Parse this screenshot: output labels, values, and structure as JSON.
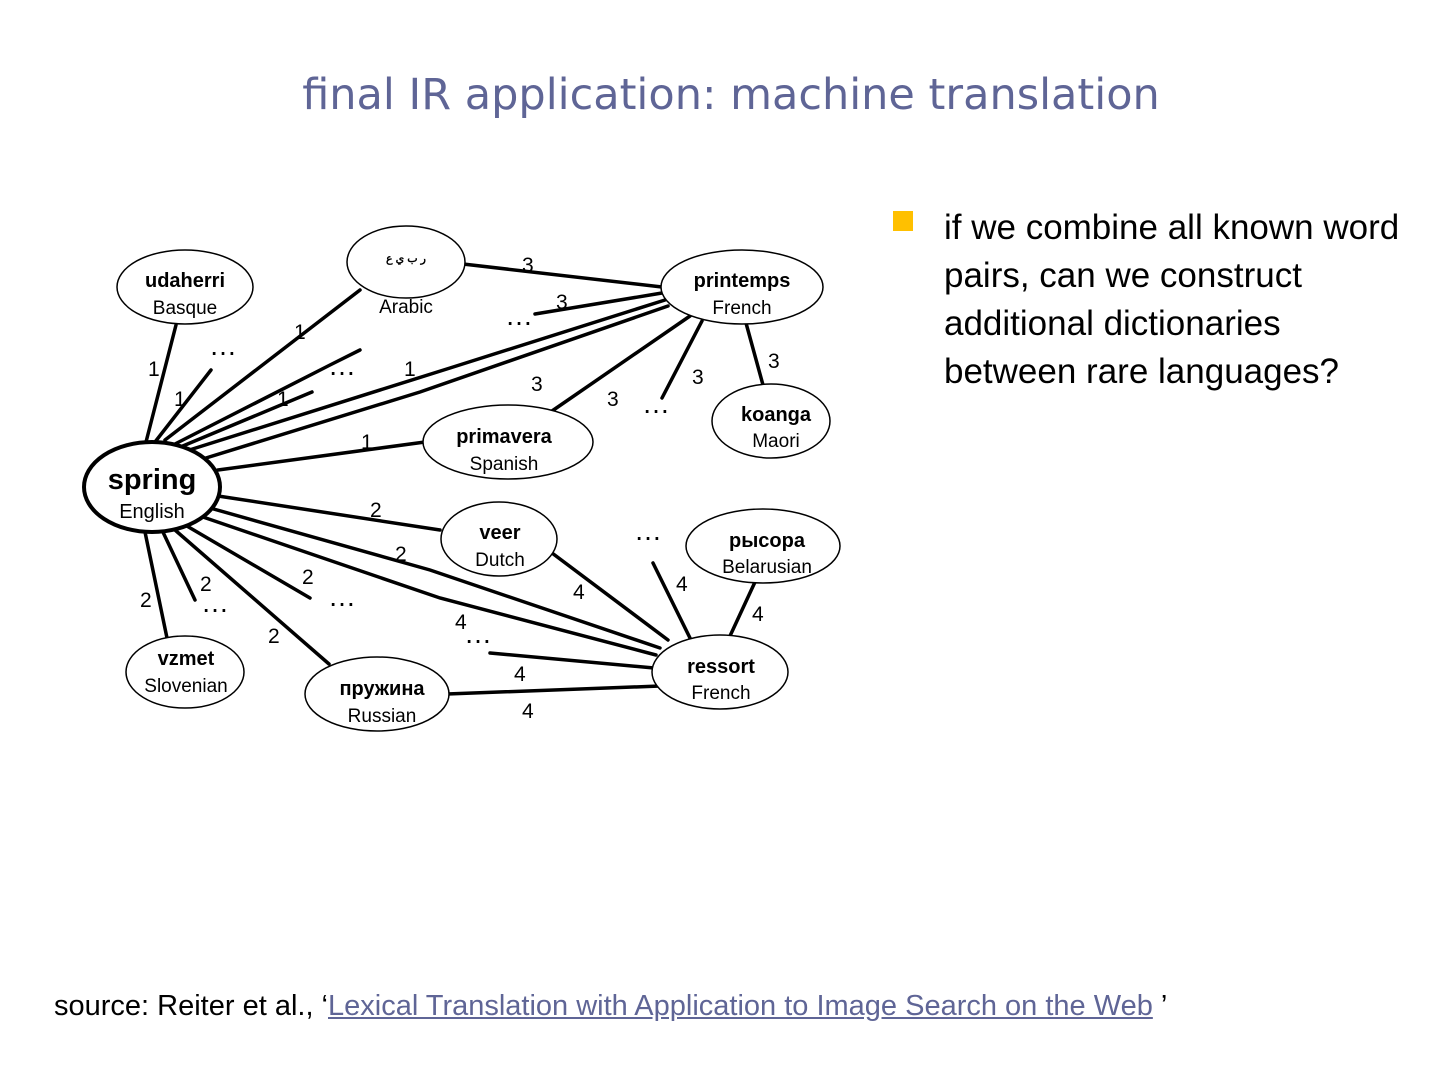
{
  "slide": {
    "title": "final IR application: machine translation",
    "bullet": "if we combine all known word pairs, can we construct additional dictionaries between rare languages?",
    "source_prefix": "source: Reiter et al., ‘",
    "source_link": "Lexical Translation with Application to Image Search on the Web",
    "source_suffix": " ’",
    "accent_color": "#ffc000",
    "title_color": "#5f6596"
  },
  "diagram": {
    "nodes": [
      {
        "id": "spring",
        "word": "spring",
        "language": "English"
      },
      {
        "id": "udaherri",
        "word": "udaherri",
        "language": "Basque"
      },
      {
        "id": "arabic",
        "word": "ر ب ي ع",
        "language": "Arabic"
      },
      {
        "id": "printemps",
        "word": "printemps",
        "language": "French"
      },
      {
        "id": "koanga",
        "word": "koanga",
        "language": "Maori"
      },
      {
        "id": "primavera",
        "word": "primavera",
        "language": "Spanish"
      },
      {
        "id": "veer",
        "word": "veer",
        "language": "Dutch"
      },
      {
        "id": "rysora",
        "word": "рысора",
        "language": "Belarusian"
      },
      {
        "id": "ressort",
        "word": "ressort",
        "language": "French"
      },
      {
        "id": "vzmet",
        "word": "vzmet",
        "language": "Slovenian"
      },
      {
        "id": "pruzhina",
        "word": "пружина",
        "language": "Russian"
      }
    ],
    "edge_labels": [
      "3",
      "3",
      "1",
      "1",
      "1",
      "1",
      "1",
      "3",
      "3",
      "3",
      "1",
      "3",
      "2",
      "2",
      "2",
      "2",
      "2",
      "2",
      "4",
      "4",
      "4",
      "4",
      "4",
      "4"
    ],
    "ellipsis": "…"
  }
}
